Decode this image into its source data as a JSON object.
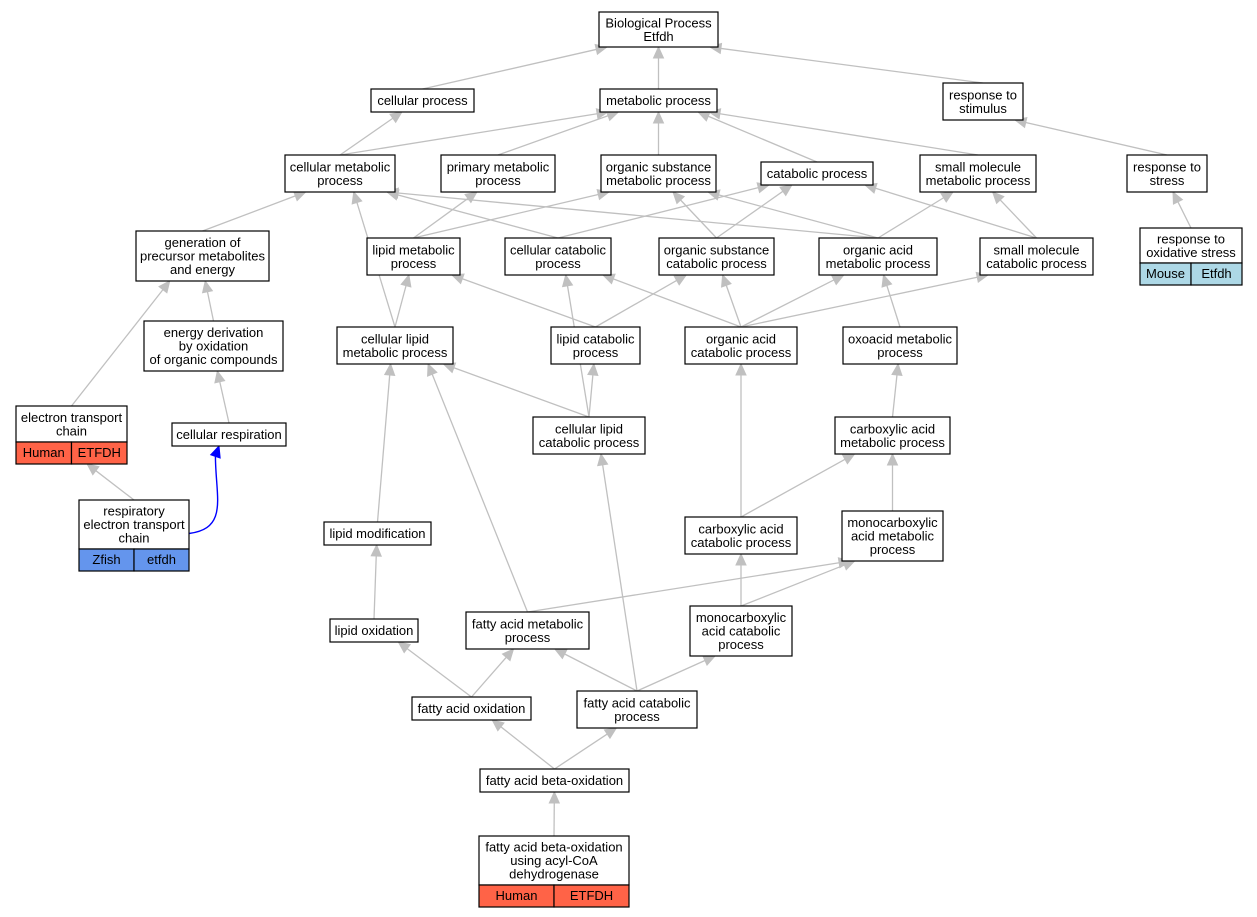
{
  "colors": {
    "edge": "#c0c0c0",
    "highlight_edge": "#0000ff",
    "human": "#ff6347",
    "zfish": "#6495ed",
    "mouse": "#add8e6"
  },
  "nodes": {
    "bp": [
      "Biological Process",
      "Etfdh"
    ],
    "cellular_process": [
      "cellular process"
    ],
    "metabolic_process": [
      "metabolic process"
    ],
    "response_to_stimulus": [
      "response to",
      "stimulus"
    ],
    "cellular_metabolic_process": [
      "cellular metabolic",
      "process"
    ],
    "primary_metabolic_process": [
      "primary metabolic",
      "process"
    ],
    "organic_substance_metabolic_process": [
      "organic substance",
      "metabolic process"
    ],
    "catabolic_process": [
      "catabolic process"
    ],
    "small_molecule_metabolic_process": [
      "small molecule",
      "metabolic process"
    ],
    "response_to_stress": [
      "response to",
      "stress"
    ],
    "generation_of_precursor": [
      "generation of",
      "precursor metabolites",
      "and energy"
    ],
    "lipid_metabolic_process": [
      "lipid metabolic",
      "process"
    ],
    "cellular_catabolic_process": [
      "cellular catabolic",
      "process"
    ],
    "organic_substance_catabolic_process": [
      "organic substance",
      "catabolic process"
    ],
    "organic_acid_metabolic_process": [
      "organic acid",
      "metabolic process"
    ],
    "small_molecule_catabolic_process": [
      "small molecule",
      "catabolic process"
    ],
    "response_to_oxidative_stress": [
      "response to",
      "oxidative stress"
    ],
    "energy_derivation": [
      "energy derivation",
      "by oxidation",
      "of organic compounds"
    ],
    "cellular_lipid_metabolic_process": [
      "cellular lipid",
      "metabolic process"
    ],
    "lipid_catabolic_process": [
      "lipid catabolic",
      "process"
    ],
    "organic_acid_catabolic_process": [
      "organic acid",
      "catabolic process"
    ],
    "oxoacid_metabolic_process": [
      "oxoacid metabolic",
      "process"
    ],
    "electron_transport_chain": [
      "electron transport",
      "chain"
    ],
    "cellular_respiration": [
      "cellular respiration"
    ],
    "cellular_lipid_catabolic_process": [
      "cellular lipid",
      "catabolic process"
    ],
    "carboxylic_acid_metabolic_process": [
      "carboxylic acid",
      "metabolic process"
    ],
    "respiratory_etc": [
      "respiratory",
      "electron transport",
      "chain"
    ],
    "lipid_modification": [
      "lipid modification"
    ],
    "carboxylic_acid_catabolic_process": [
      "carboxylic acid",
      "catabolic process"
    ],
    "monocarboxylic_acid_metabolic_process": [
      "monocarboxylic",
      "acid metabolic",
      "process"
    ],
    "lipid_oxidation": [
      "lipid oxidation"
    ],
    "fatty_acid_metabolic_process": [
      "fatty acid metabolic",
      "process"
    ],
    "monocarboxylic_acid_catabolic_process": [
      "monocarboxylic",
      "acid catabolic",
      "process"
    ],
    "fatty_acid_oxidation": [
      "fatty acid oxidation"
    ],
    "fatty_acid_catabolic_process": [
      "fatty acid catabolic",
      "process"
    ],
    "fatty_acid_beta_oxidation": [
      "fatty acid beta-oxidation"
    ],
    "fatty_acid_beta_oxidation_acyl_coa": [
      "fatty acid beta-oxidation",
      "using acyl-CoA",
      "dehydrogenase"
    ]
  },
  "annotations": {
    "electron_transport_chain": {
      "species": "Human",
      "gene": "ETFDH",
      "color_key": "human"
    },
    "respiratory_etc": {
      "species": "Zfish",
      "gene": "etfdh",
      "color_key": "zfish"
    },
    "response_to_oxidative_stress": {
      "species": "Mouse",
      "gene": "Etfdh",
      "color_key": "mouse"
    },
    "fatty_acid_beta_oxidation_acyl_coa": {
      "species": "Human",
      "gene": "ETFDH",
      "color_key": "human"
    }
  },
  "edges": [
    [
      "cellular_process",
      "bp"
    ],
    [
      "metabolic_process",
      "bp"
    ],
    [
      "response_to_stimulus",
      "bp"
    ],
    [
      "cellular_metabolic_process",
      "cellular_process"
    ],
    [
      "cellular_metabolic_process",
      "metabolic_process"
    ],
    [
      "primary_metabolic_process",
      "metabolic_process"
    ],
    [
      "organic_substance_metabolic_process",
      "metabolic_process"
    ],
    [
      "catabolic_process",
      "metabolic_process"
    ],
    [
      "small_molecule_metabolic_process",
      "metabolic_process"
    ],
    [
      "response_to_stress",
      "response_to_stimulus"
    ],
    [
      "response_to_oxidative_stress",
      "response_to_stress"
    ],
    [
      "generation_of_precursor",
      "cellular_metabolic_process"
    ],
    [
      "lipid_metabolic_process",
      "primary_metabolic_process"
    ],
    [
      "lipid_metabolic_process",
      "organic_substance_metabolic_process"
    ],
    [
      "cellular_catabolic_process",
      "cellular_metabolic_process"
    ],
    [
      "cellular_catabolic_process",
      "catabolic_process"
    ],
    [
      "organic_substance_catabolic_process",
      "organic_substance_metabolic_process"
    ],
    [
      "organic_substance_catabolic_process",
      "catabolic_process"
    ],
    [
      "organic_acid_metabolic_process",
      "cellular_metabolic_process"
    ],
    [
      "organic_acid_metabolic_process",
      "organic_substance_metabolic_process"
    ],
    [
      "organic_acid_metabolic_process",
      "small_molecule_metabolic_process"
    ],
    [
      "small_molecule_catabolic_process",
      "small_molecule_metabolic_process"
    ],
    [
      "small_molecule_catabolic_process",
      "catabolic_process"
    ],
    [
      "energy_derivation",
      "generation_of_precursor"
    ],
    [
      "cellular_lipid_metabolic_process",
      "cellular_metabolic_process"
    ],
    [
      "cellular_lipid_metabolic_process",
      "lipid_metabolic_process"
    ],
    [
      "lipid_catabolic_process",
      "lipid_metabolic_process"
    ],
    [
      "lipid_catabolic_process",
      "organic_substance_catabolic_process"
    ],
    [
      "organic_acid_catabolic_process",
      "cellular_catabolic_process"
    ],
    [
      "organic_acid_catabolic_process",
      "organic_substance_catabolic_process"
    ],
    [
      "organic_acid_catabolic_process",
      "organic_acid_metabolic_process"
    ],
    [
      "organic_acid_catabolic_process",
      "small_molecule_catabolic_process"
    ],
    [
      "oxoacid_metabolic_process",
      "organic_acid_metabolic_process"
    ],
    [
      "electron_transport_chain",
      "generation_of_precursor"
    ],
    [
      "cellular_respiration",
      "energy_derivation"
    ],
    [
      "cellular_lipid_catabolic_process",
      "cellular_catabolic_process"
    ],
    [
      "cellular_lipid_catabolic_process",
      "cellular_lipid_metabolic_process"
    ],
    [
      "cellular_lipid_catabolic_process",
      "lipid_catabolic_process"
    ],
    [
      "carboxylic_acid_metabolic_process",
      "oxoacid_metabolic_process"
    ],
    [
      "respiratory_etc",
      "electron_transport_chain"
    ],
    [
      "respiratory_etc",
      "cellular_respiration",
      "highlight"
    ],
    [
      "lipid_modification",
      "cellular_lipid_metabolic_process"
    ],
    [
      "carboxylic_acid_catabolic_process",
      "organic_acid_catabolic_process"
    ],
    [
      "carboxylic_acid_catabolic_process",
      "carboxylic_acid_metabolic_process"
    ],
    [
      "monocarboxylic_acid_metabolic_process",
      "carboxylic_acid_metabolic_process"
    ],
    [
      "lipid_oxidation",
      "lipid_modification"
    ],
    [
      "fatty_acid_metabolic_process",
      "cellular_lipid_metabolic_process"
    ],
    [
      "fatty_acid_metabolic_process",
      "monocarboxylic_acid_metabolic_process"
    ],
    [
      "monocarboxylic_acid_catabolic_process",
      "carboxylic_acid_catabolic_process"
    ],
    [
      "monocarboxylic_acid_catabolic_process",
      "monocarboxylic_acid_metabolic_process"
    ],
    [
      "fatty_acid_oxidation",
      "lipid_oxidation"
    ],
    [
      "fatty_acid_oxidation",
      "fatty_acid_metabolic_process"
    ],
    [
      "fatty_acid_catabolic_process",
      "fatty_acid_metabolic_process"
    ],
    [
      "fatty_acid_catabolic_process",
      "monocarboxylic_acid_catabolic_process"
    ],
    [
      "fatty_acid_catabolic_process",
      "cellular_lipid_catabolic_process"
    ],
    [
      "fatty_acid_beta_oxidation",
      "fatty_acid_oxidation"
    ],
    [
      "fatty_acid_beta_oxidation",
      "fatty_acid_catabolic_process"
    ],
    [
      "fatty_acid_beta_oxidation_acyl_coa",
      "fatty_acid_beta_oxidation"
    ]
  ]
}
